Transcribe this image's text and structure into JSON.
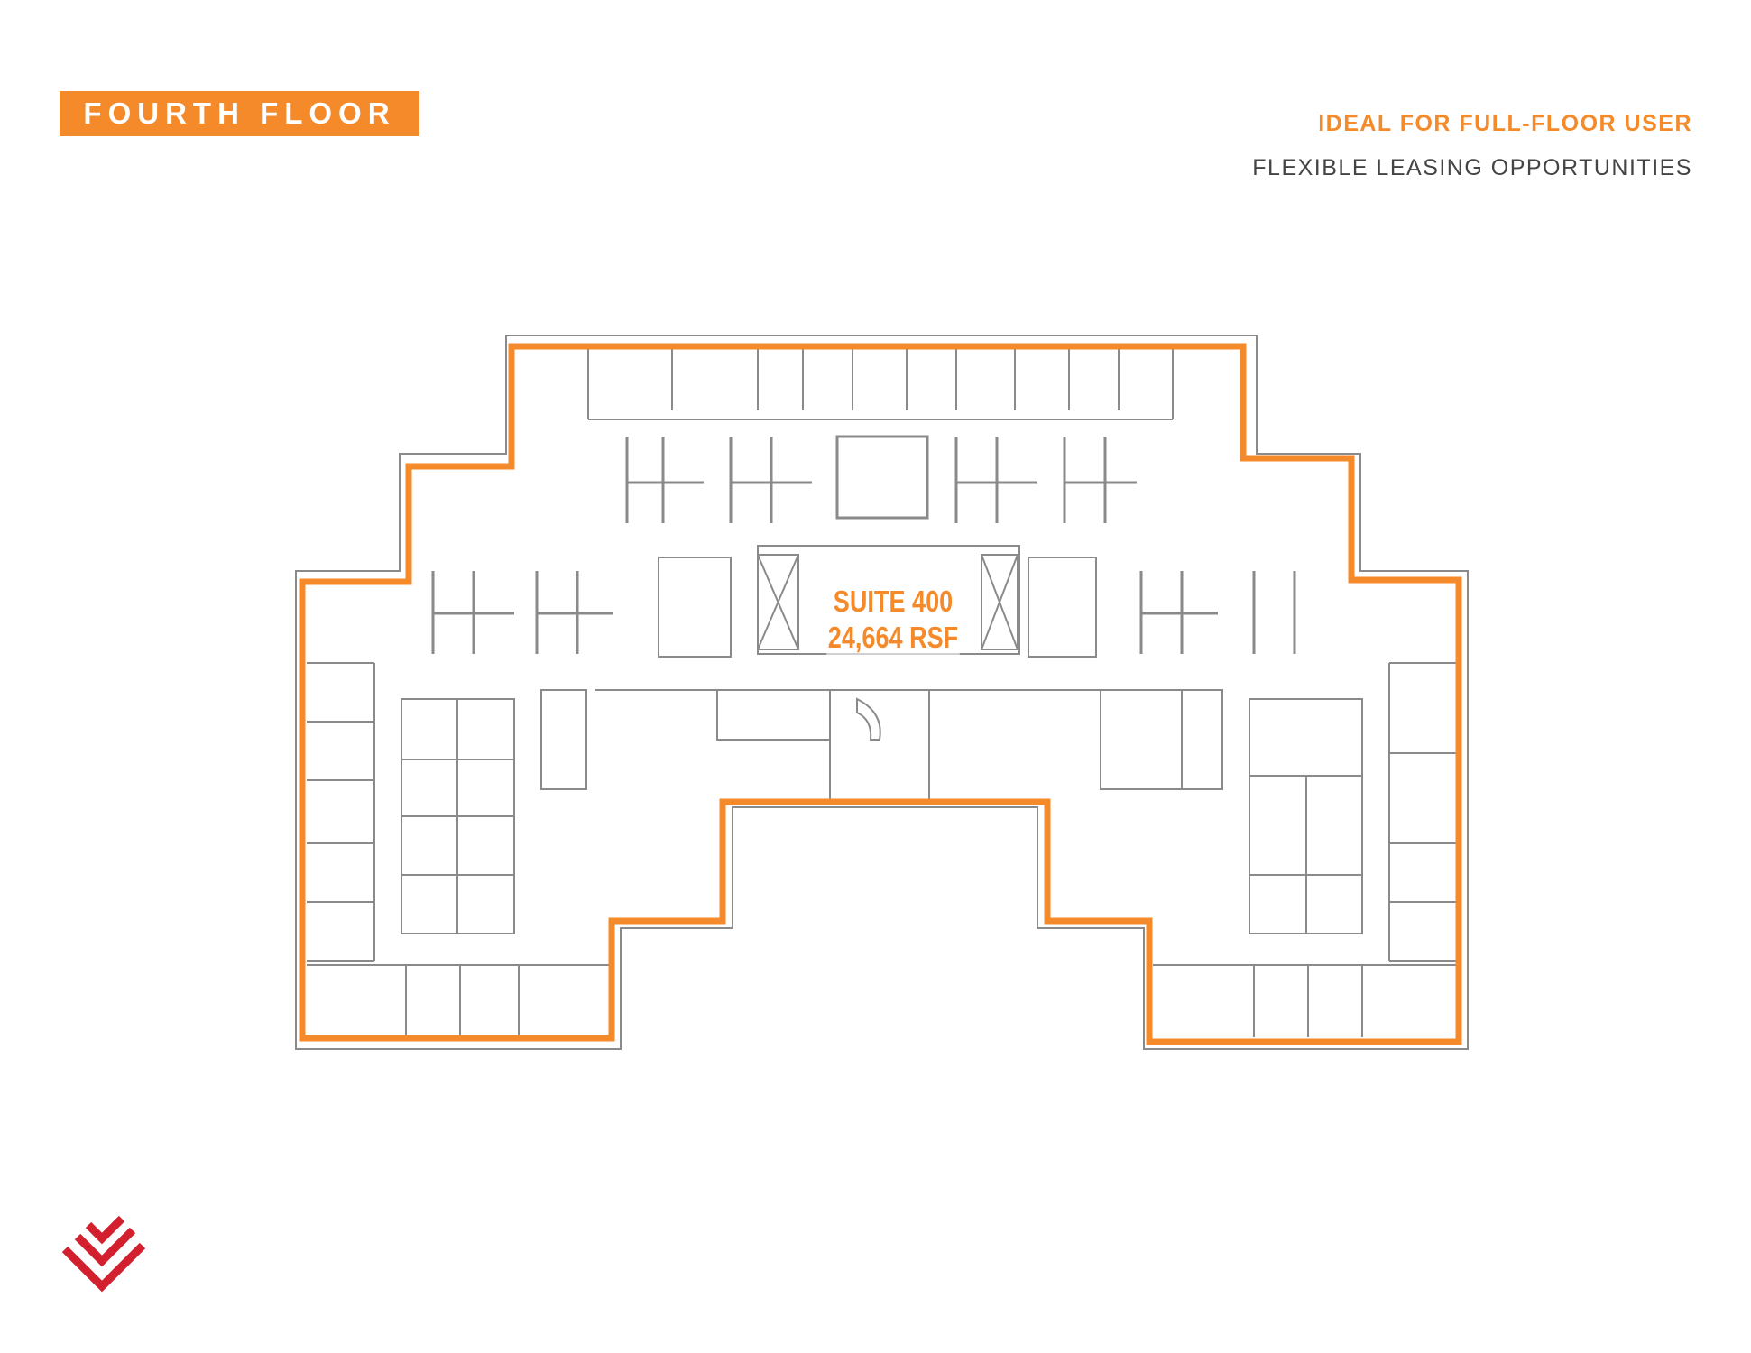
{
  "header": {
    "title": "FOURTH FLOOR",
    "tagline": "IDEAL FOR FULL-FLOOR USER",
    "subtagline": "FLEXIBLE LEASING OPPORTUNITIES"
  },
  "plan": {
    "suite_name": "SUITE 400",
    "suite_area": "24,664 RSF"
  },
  "colors": {
    "accent": "#f58a2a",
    "logo": "#d3202f",
    "walls": "#8a8a8a"
  }
}
